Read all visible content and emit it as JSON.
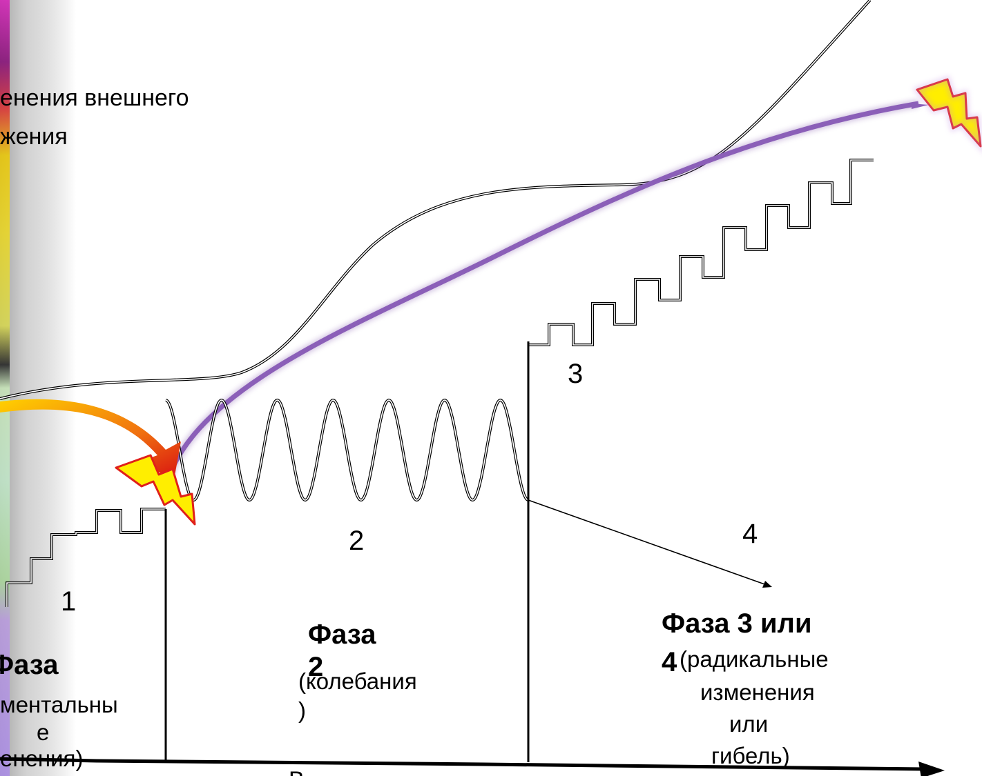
{
  "top_text": {
    "line1": "енения внешнего",
    "line2": "жения"
  },
  "labels": {
    "n1": "1",
    "n2": "2",
    "n3": "3",
    "n4": "4"
  },
  "phase1": {
    "title": "Фаза",
    "lines": [
      "ментальны",
      "е",
      "енения)"
    ]
  },
  "phase2": {
    "title": "Фаза",
    "title_num": "2",
    "sub_open": "(колебания",
    "sub_close": ")"
  },
  "phase34": {
    "title": "Фаза 3 или",
    "title_num": "4",
    "sub": [
      "(радикальные",
      "изменения",
      "или",
      "гибель)"
    ]
  },
  "bottom_fragment": "В",
  "colors": {
    "purple_curve": "#8b5fb8",
    "bolt_fill": "#ffee00",
    "bolt_stroke": "#e0201a",
    "orange_arrow": "#f07b10"
  }
}
